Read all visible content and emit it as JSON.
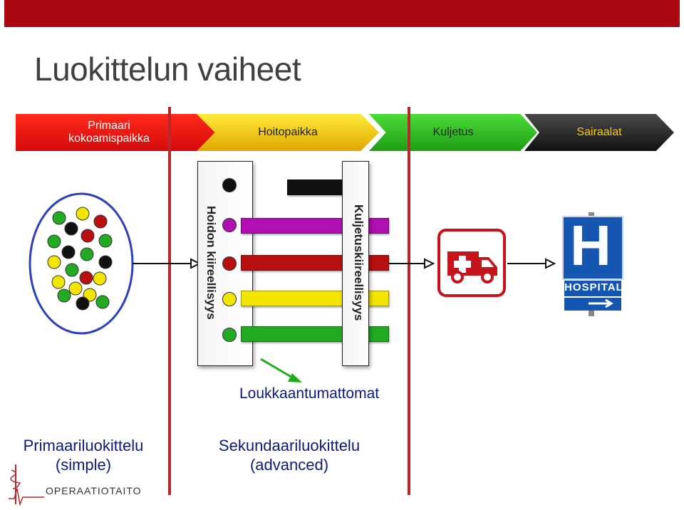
{
  "title": "Luokittelun vaiheet",
  "stages": [
    {
      "label": "Primaari kokoamispaikka"
    },
    {
      "label": "Hoitopaikka"
    },
    {
      "label": "Kuljetus"
    },
    {
      "label": "Sairaalat"
    }
  ],
  "vertical_labels": {
    "care_urgency": "Hoidon kiireellisyys",
    "transport_urgency": "Kuljetuskiireellisyys"
  },
  "uninjured_label": "Loukkaantumattomat",
  "bottom_labels": {
    "primary": "Primaariluokittelu (simple)",
    "secondary": "Sekundaariluokittelu (advanced)"
  },
  "hospital_sign_text": "HOSPITAL",
  "hospital_letter": "H",
  "brand": "OPERAATIOTAITO",
  "colors": {
    "header_bar": "#a8080f",
    "black": "#111111",
    "magenta": "#b010b0",
    "red": "#b81010",
    "yellow": "#f2e600",
    "green": "#22aa22",
    "text_blue": "#0d1a7a",
    "hospital_blue": "#1456b0",
    "ambulance_red": "#c3151b"
  },
  "icons": [
    "ambulance-icon",
    "hospital-sign-icon",
    "caduceus-icon"
  ]
}
